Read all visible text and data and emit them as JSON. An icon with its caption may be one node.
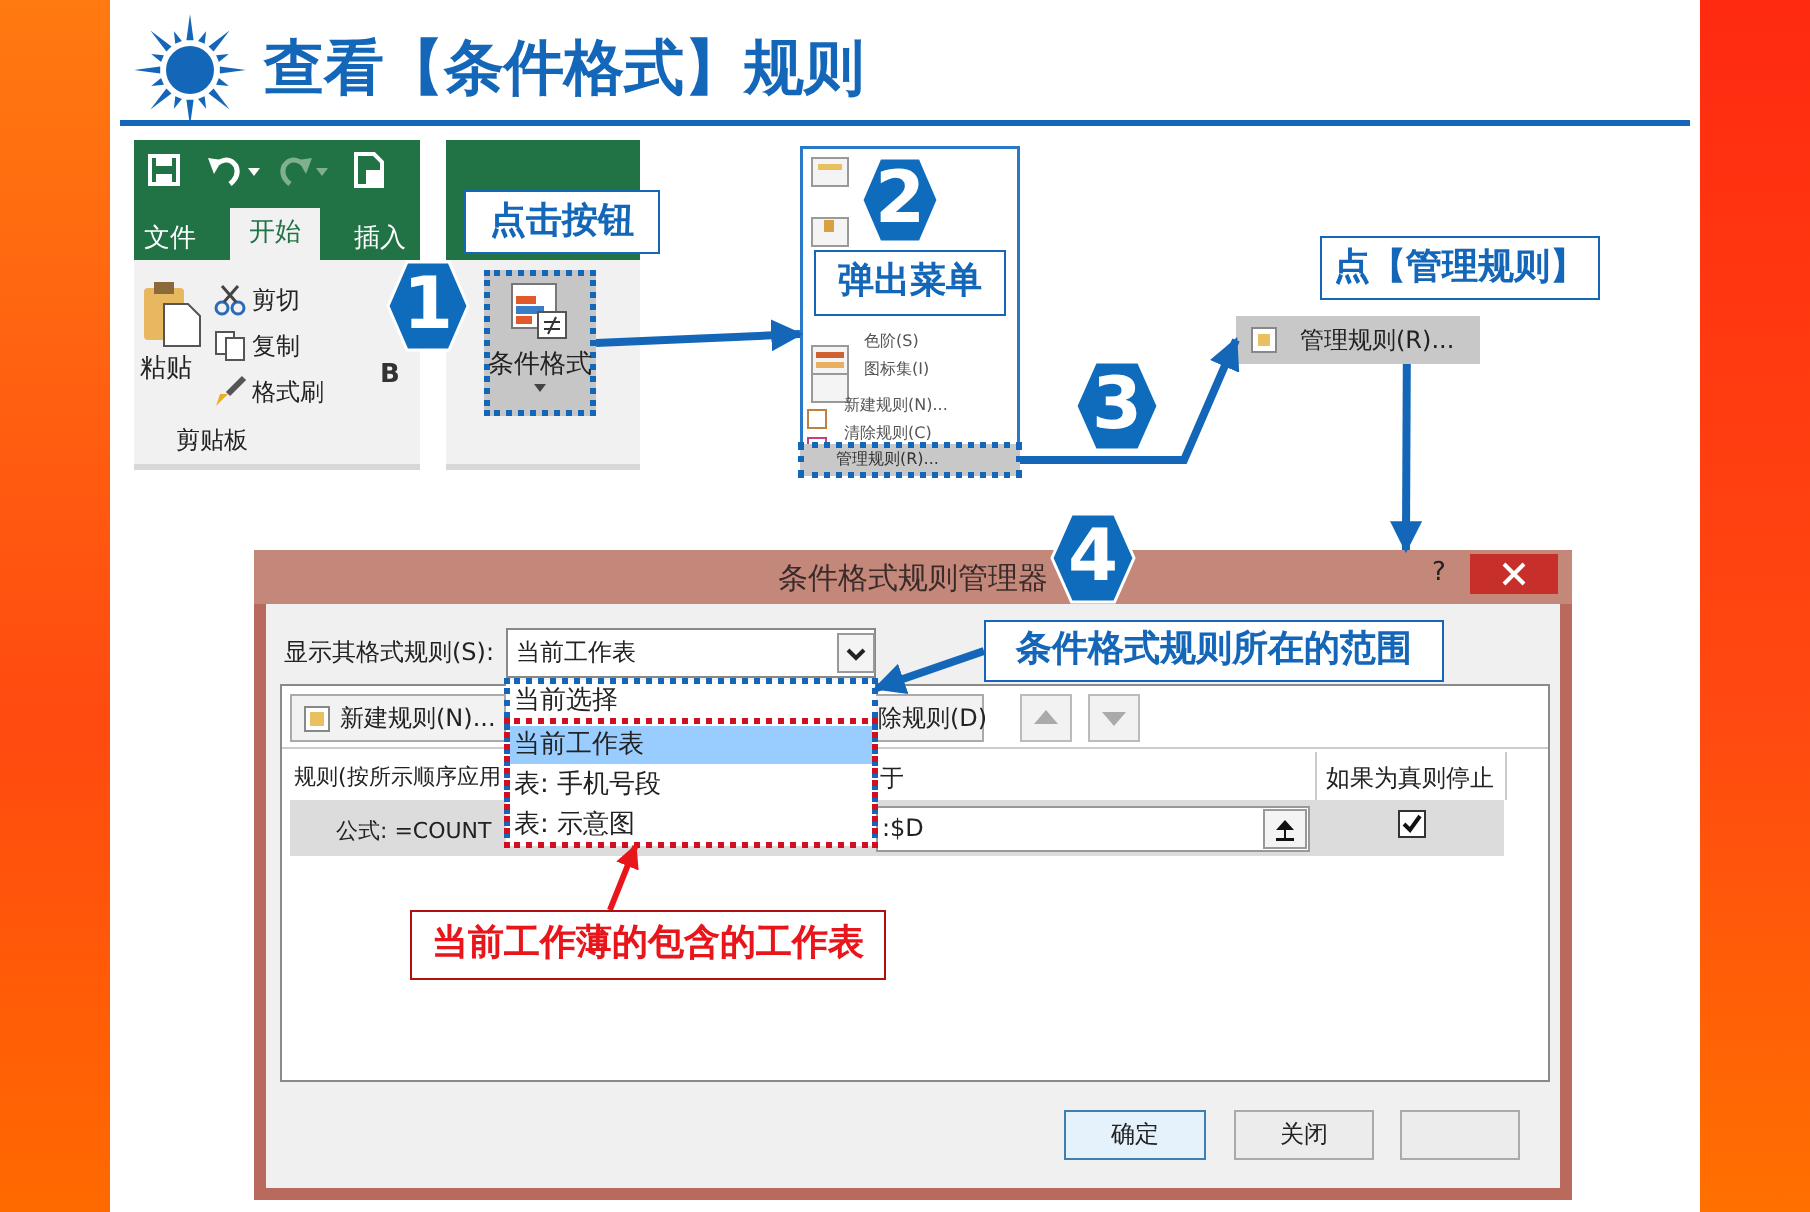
{
  "diagram": {
    "title": "查看【条件格式】规则",
    "nodes": [
      {
        "text": [
          "点击按钮"
        ]
      },
      {
        "text": [
          "1"
        ]
      },
      {
        "text": [
          "条件格式"
        ]
      },
      {
        "text": [
          "色阶(S)",
          "图标集(I)",
          "新建规则(N)...",
          "清除规则(C)"
        ]
      },
      {
        "text": [
          "2"
        ],
        "in": 3
      },
      {
        "text": [
          "弹出菜单"
        ],
        "in": 3
      },
      {
        "text": [
          "管理规则(R)..."
        ],
        "in": 3
      },
      {
        "text": [
          "3"
        ]
      },
      {
        "text": [
          "点【管理规则】"
        ]
      },
      {
        "text": [
          "管理规则(R)..."
        ]
      },
      {
        "text": [
          "条件格式规则管理器"
        ]
      },
      {
        "text": [
          "4"
        ]
      },
      {
        "text": [
          "条件格式规则所在的范围"
        ],
        "in": 10
      },
      {
        "text": [
          "当前选择"
        ],
        "in": 10
      },
      {
        "text": [
          "当前工作表",
          "表: 手机号段",
          "表: 示意图"
        ],
        "in": 13
      },
      {
        "text": [
          "当前工作薄的包含的工作表"
        ],
        "in": 10
      }
    ],
    "edges": [
      {
        "from": 2,
        "to": 3,
        "arrow": "to"
      },
      {
        "from": 6,
        "to": 9,
        "arrow": "to"
      },
      {
        "from": 9,
        "to": 10,
        "arrow": "to"
      },
      {
        "from": 12,
        "to": 13,
        "arrow": "to"
      },
      {
        "from": 15,
        "to": 14,
        "arrow": "to",
        "color": "#e8151b"
      }
    ],
    "labels": [
      "文件",
      "开始",
      "插入",
      "粘贴",
      "剪切",
      "复制",
      "格式刷",
      "剪贴板",
      "B",
      "?",
      "显示其格式规则(S):",
      "当前工作表",
      "新建规则(N)...",
      "除规则(D)",
      "规则(按所示顺序应用",
      "于",
      "如果为真则停止",
      "公式: =COUNT",
      ":$D",
      "确定",
      "关闭"
    ]
  }
}
